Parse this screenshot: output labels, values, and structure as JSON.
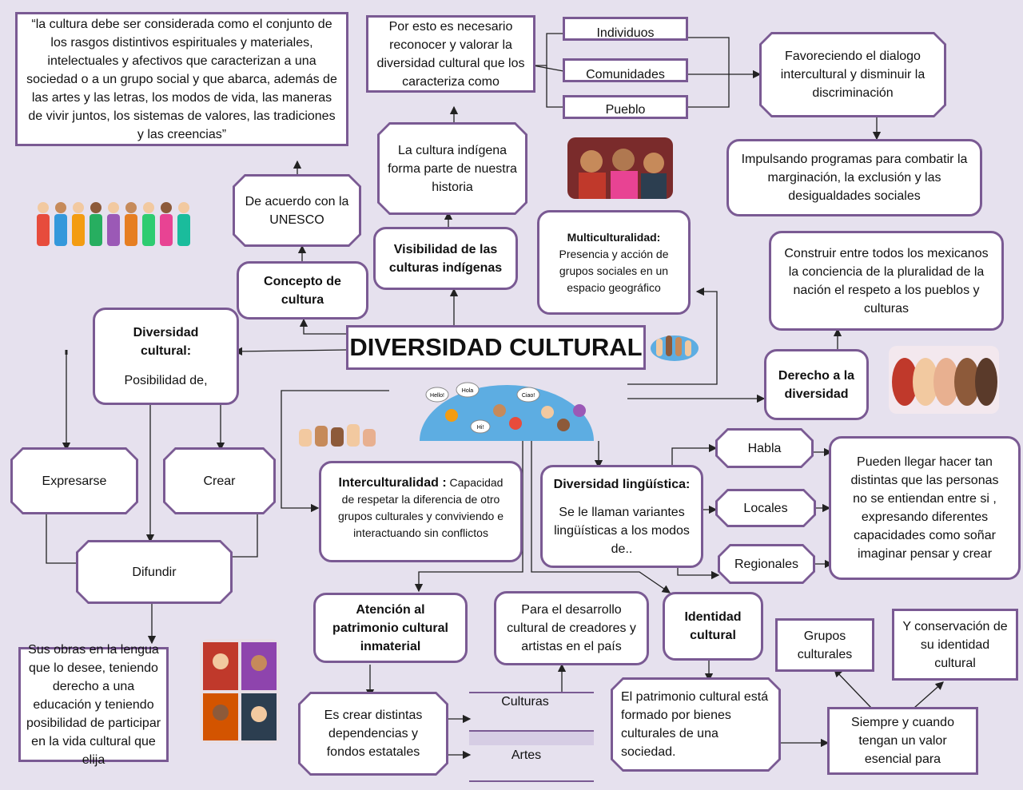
{
  "title": "DIVERSIDAD CULTURAL",
  "nodes": {
    "unesco_quote": "“la cultura debe ser considerada como el conjunto de los rasgos distintivos espirituales y materiales, intelectuales y afectivos que caracterizan a una sociedad o a un grupo social y que abarca, además de las artes y las letras, los modos de vida, las maneras de vivir juntos, los sistemas de valores, las tradiciones y las creencias”",
    "de_acuerdo": "De acuerdo con la UNESCO",
    "concepto": "Concepto de cultura",
    "por_esto": "Por esto es necesario reconocer y valorar la diversidad cultural que los caracteriza como",
    "individuos": "Individuos",
    "comunidades": "Comunidades",
    "pueblo": "Pueblo",
    "favoreciendo": "Favoreciendo el dialogo intercultural y disminuir la discriminación",
    "impulsando": "Impulsando programas para combatir la marginación, la exclusión y las desigualdades sociales",
    "cultura_indigena": "La cultura indígena forma parte de nuestra historia",
    "visibilidad": "Visibilidad de las culturas indígenas",
    "multi_title": "Multiculturalidad:",
    "multi_text": "Presencia y acción de grupos sociales en un espacio geográfico",
    "construir": "Construir entre todos los mexicanos la conciencia de la pluralidad de la nación el respeto a los pueblos y culturas",
    "derecho": "Derecho a la diversidad",
    "div_title": "Diversidad cultural:",
    "div_text": "Posibilidad de,",
    "expresarse": "Expresarse",
    "crear": "Crear",
    "difundir": "Difundir",
    "sus_obras": "Sus obras en la lengua que lo desee, teniendo derecho a una educación y teniendo posibilidad de participar en la vida cultural que elija",
    "inter_title": "Interculturalidad :",
    "inter_text": "Capacidad de respetar la diferencia de otro grupos culturales y conviviendo e interactuando sin conflictos",
    "ling_title": "Diversidad lingüística:",
    "ling_text": "Se le llaman variantes lingüísticas a los modos de..",
    "habla": "Habla",
    "locales": "Locales",
    "regionales": "Regionales",
    "pueden": "Pueden llegar hacer tan distintas que las personas no se entiendan entre si , expresando diferentes capacidades como soñar imaginar pensar y crear",
    "atencion": "Atención al patrimonio cultural inmaterial",
    "es_crear": "Es crear distintas dependencias y fondos estatales",
    "culturas": "Culturas",
    "artes": "Artes",
    "para_desarrollo": "Para el desarrollo cultural de creadores y artistas en el país",
    "identidad": "Identidad cultural",
    "patrimonio": "El patrimonio cultural está formado por bienes culturales de una sociedad.",
    "grupos": "Grupos culturales",
    "conservacion": "Y conservación de su identidad cultural",
    "siempre": "Siempre y cuando tengan un valor esencial para"
  },
  "speech_bubbles": [
    "Hello!",
    "Ciao!",
    "Hola",
    "Hi!"
  ],
  "colors": {
    "border": "#7a5a93",
    "background": "#e6e1ee",
    "line": "#222222"
  }
}
